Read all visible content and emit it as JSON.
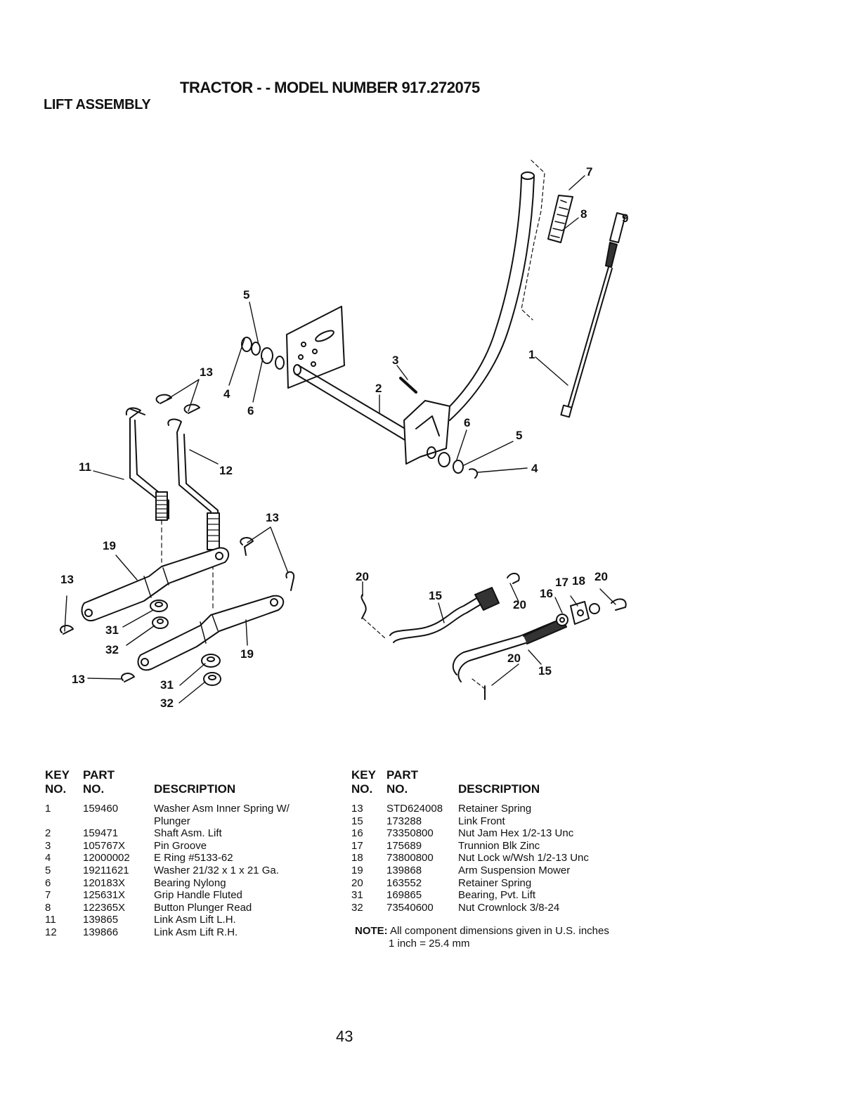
{
  "header": {
    "title": "TRACTOR - - MODEL NUMBER 917.272075",
    "section": "LIFT ASSEMBLY"
  },
  "diagram": {
    "callouts": {
      "c7": "7",
      "c8": "8",
      "c9": "9",
      "c5a": "5",
      "c13a": "13",
      "c4a": "4",
      "c6a": "6",
      "c3": "3",
      "c2": "2",
      "c1": "1",
      "c11": "11",
      "c12": "12",
      "c6b": "6",
      "c5b": "5",
      "c4b": "4",
      "c13b": "13",
      "c19a": "19",
      "c13c": "13",
      "c31a": "31",
      "c32a": "32",
      "c13d": "13",
      "c31b": "31",
      "c32b": "32",
      "c19b": "19",
      "c20a": "20",
      "c15a": "15",
      "c20b": "20",
      "c16": "16",
      "c17": "17",
      "c18": "18",
      "c20c": "20",
      "c20d": "20",
      "c15b": "15"
    }
  },
  "parts_left": {
    "hdr_key1": "KEY",
    "hdr_key2": "NO.",
    "hdr_part1": "PART",
    "hdr_part2": "NO.",
    "hdr_desc": "DESCRIPTION",
    "rows": [
      {
        "key": "1",
        "part": "159460",
        "desc": "Washer Asm Inner Spring W/",
        "desc2": "Plunger"
      },
      {
        "key": "2",
        "part": "159471",
        "desc": "Shaft Asm. Lift"
      },
      {
        "key": "3",
        "part": "105767X",
        "desc": "Pin Groove"
      },
      {
        "key": "4",
        "part": "12000002",
        "desc": "E Ring #5133-62"
      },
      {
        "key": "5",
        "part": "19211621",
        "desc": "Washer 21/32 x 1 x 21 Ga."
      },
      {
        "key": "6",
        "part": "120183X",
        "desc": "Bearing Nylong"
      },
      {
        "key": "7",
        "part": "125631X",
        "desc": "Grip Handle Fluted"
      },
      {
        "key": "8",
        "part": "122365X",
        "desc": "Button Plunger Read"
      },
      {
        "key": "11",
        "part": "139865",
        "desc": "Link Asm Lift L.H."
      },
      {
        "key": "12",
        "part": "139866",
        "desc": "Link Asm Lift R.H."
      }
    ]
  },
  "parts_right": {
    "hdr_key1": "KEY",
    "hdr_key2": "NO.",
    "hdr_part1": "PART",
    "hdr_part2": "NO.",
    "hdr_desc": "DESCRIPTION",
    "rows": [
      {
        "key": "13",
        "part": "STD624008",
        "desc": "Retainer Spring"
      },
      {
        "key": "15",
        "part": "173288",
        "desc": "Link Front"
      },
      {
        "key": "16",
        "part": "73350800",
        "desc": "Nut Jam Hex 1/2-13 Unc"
      },
      {
        "key": "17",
        "part": "175689",
        "desc": "Trunnion Blk Zinc"
      },
      {
        "key": "18",
        "part": "73800800",
        "desc": "Nut Lock w/Wsh 1/2-13 Unc"
      },
      {
        "key": "19",
        "part": "139868",
        "desc": "Arm Suspension Mower"
      },
      {
        "key": "20",
        "part": "163552",
        "desc": "Retainer Spring"
      },
      {
        "key": "31",
        "part": "169865",
        "desc": "Bearing, Pvt. Lift"
      },
      {
        "key": "32",
        "part": "73540600",
        "desc": "Nut Crownlock 3/8-24"
      }
    ]
  },
  "note": {
    "label": "NOTE:",
    "line1": "All component dimensions given in U.S. inches",
    "line2": "1 inch = 25.4 mm"
  },
  "footer": {
    "page_number": "43"
  }
}
